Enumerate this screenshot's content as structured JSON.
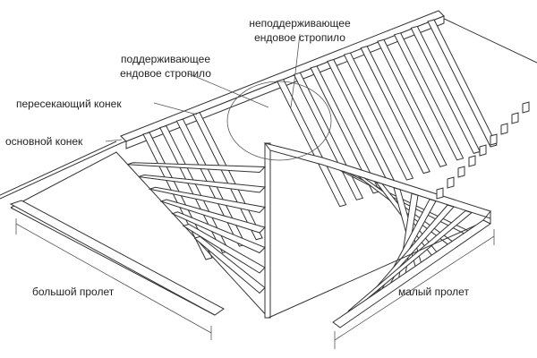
{
  "labels": {
    "non_supporting_valley": [
      "неподдерживающее",
      "ендовое стропило"
    ],
    "supporting_valley": [
      "поддерживающее",
      "ендовое стропило"
    ],
    "intersecting_ridge": "пересекающий конек",
    "main_ridge": "основной конек",
    "large_span": "большой пролет",
    "small_span": "малый пролет"
  },
  "colors": {
    "line": "#333333",
    "text": "#222222",
    "background": "#ffffff"
  }
}
